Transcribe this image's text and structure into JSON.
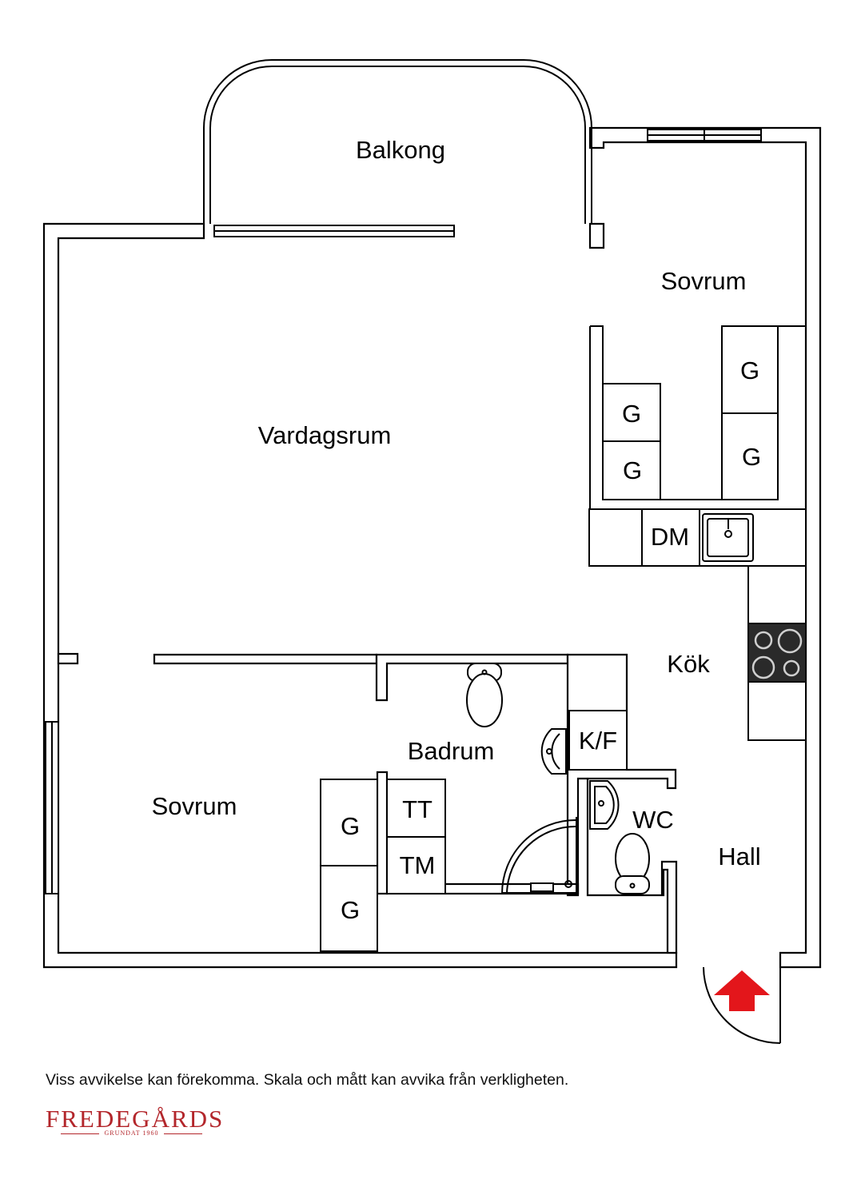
{
  "rooms": {
    "balcony": "Balkong",
    "bedroom_top": "Sovrum",
    "living_room": "Vardagsrum",
    "kitchen": "Kök",
    "bathroom": "Badrum",
    "bedroom_bottom": "Sovrum",
    "wc": "WC",
    "hall": "Hall"
  },
  "fixtures": {
    "wardrobe": "G",
    "dishwasher": "DM",
    "fridge_freezer": "K/F",
    "tumble_dryer": "TT",
    "washing_machine": "TM"
  },
  "disclaimer": "Viss avvikelse kan förekomma. Skala och mått kan avvika från verkligheten.",
  "logo": {
    "name": "FREDEGÅRDS",
    "subtitle": "GRUNDAT 1960"
  },
  "colors": {
    "entrance_arrow": "#e3161b",
    "logo": "#b3262b",
    "stove": "#2a2a2a"
  }
}
